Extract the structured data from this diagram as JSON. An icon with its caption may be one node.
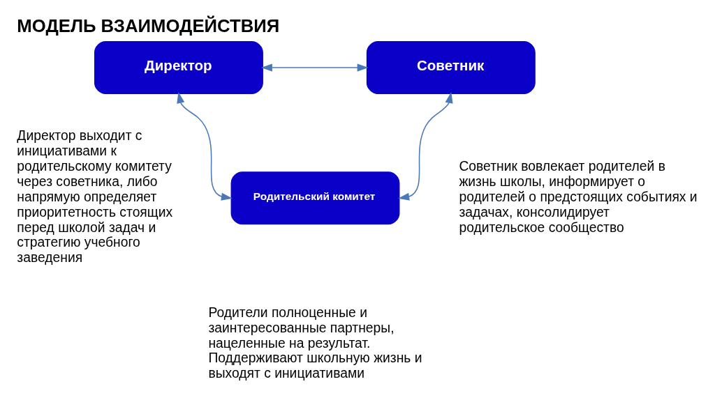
{
  "diagram": {
    "title": "МОДЕЛЬ ВЗАИМОДЕЙСТВИЯ",
    "nodes": [
      {
        "text": [
          "Директор"
        ]
      },
      {
        "text": [
          "Советник"
        ]
      },
      {
        "text": [
          "Родительский комитет"
        ]
      }
    ],
    "edges": [
      {
        "from": 0,
        "to": 1,
        "arrow": "both"
      },
      {
        "from": 0,
        "to": 2,
        "arrow": "both"
      },
      {
        "from": 1,
        "to": 2,
        "arrow": "both"
      }
    ],
    "labels": [
      "Директор выходит с инициативами к родительскому комитету через советника, либо напрямую определяет приоритетность стоящих перед школой задач и стратегию учебного заведения",
      "Советник вовлекает родителей в жизнь школы, информирует о родителей о предстоящих событиях и задачах, консолидирует родительское сообщество",
      "Родители полноценные и заинтересованные партнеры, нацеленные на результат. Поддерживают школьную жизнь и выходят с инициативами"
    ]
  }
}
